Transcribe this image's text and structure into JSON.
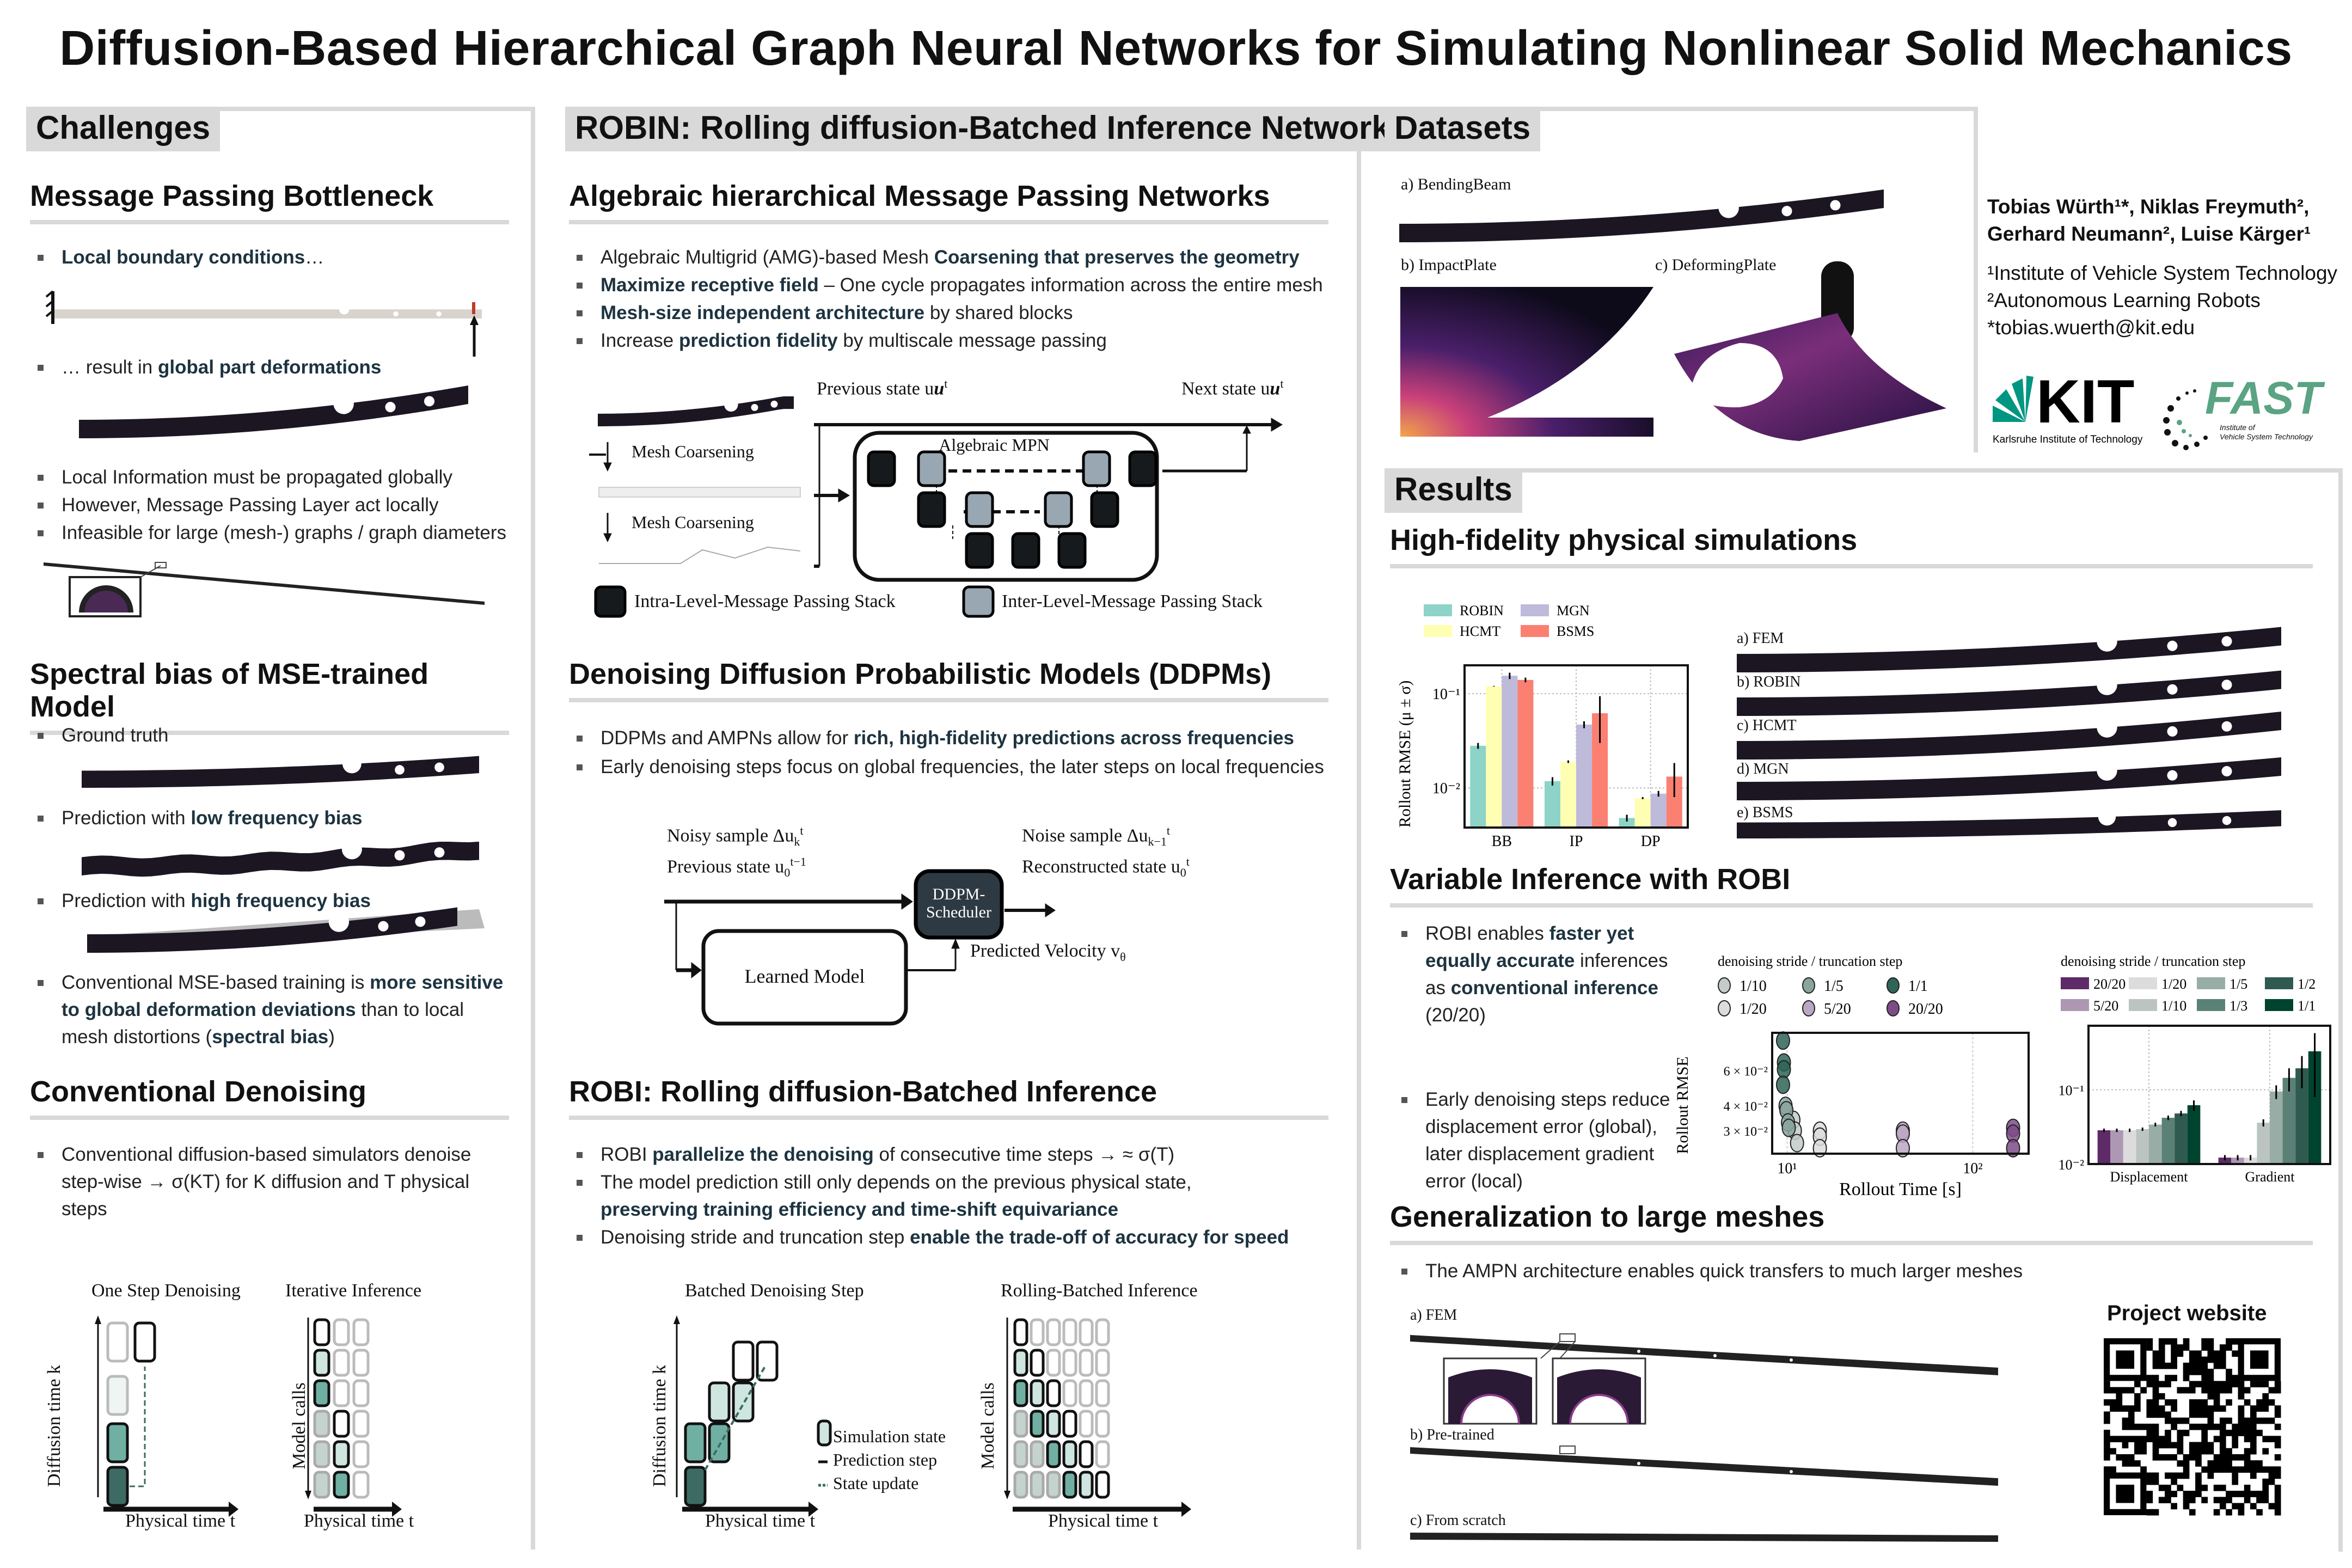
{
  "title": "Diffusion-Based Hierarchical Graph Neural Networks for Simulating Nonlinear Solid Mechanics",
  "challenges": {
    "header": "Challenges",
    "mpb": {
      "heading": "Message Passing Bottleneck",
      "bullets": [
        [
          {
            "t": "Local boundary conditions",
            "b": true
          },
          {
            "t": "…"
          }
        ],
        [
          {
            "t": "… result in "
          },
          {
            "t": "global part deformations",
            "b": true
          }
        ],
        [
          {
            "t": "Local Information must be propagated globally"
          }
        ],
        [
          {
            "t": "However, Message Passing Layer act locally"
          }
        ],
        [
          {
            "t": "Infeasible for large (mesh-) graphs / graph diameters"
          }
        ]
      ]
    },
    "spectral": {
      "heading": "Spectral bias of MSE-trained Model",
      "bullets": [
        [
          {
            "t": "Ground truth"
          }
        ],
        [
          {
            "t": "Prediction with "
          },
          {
            "t": "low frequency bias",
            "b": true
          }
        ],
        [
          {
            "t": "Prediction with "
          },
          {
            "t": "high frequency bias",
            "b": true
          }
        ],
        [
          {
            "t": "Conventional MSE-based training is "
          },
          {
            "t": "more sensitive to global deformation deviations",
            "b": true
          },
          {
            "t": " than to local mesh distortions ("
          },
          {
            "t": "spectral bias",
            "b": true
          },
          {
            "t": ")"
          }
        ]
      ]
    },
    "denoising": {
      "heading": "Conventional Denoising",
      "bullets": [
        [
          {
            "t": "Conventional diffusion-based simulators denoise step-wise → σ(KT) for K diffusion and T physical steps"
          }
        ]
      ],
      "diagram": {
        "one_step": "One Step Denoising",
        "iterative": "Iterative Inference",
        "diffusion_axis": "Diffusion time k",
        "calls_axis": "Model calls",
        "time_axis": "Physical time t"
      }
    }
  },
  "robin": {
    "header": "ROBIN: Rolling diffusion-Batched Inference Network",
    "ahmpn": {
      "heading": "Algebraic hierarchical Message Passing Networks",
      "bullets": [
        [
          {
            "t": "Algebraic Multigrid (AMG)-based Mesh "
          },
          {
            "t": "Coarsening that preserves the geometry",
            "b": true
          }
        ],
        [
          {
            "t": "Maximize receptive field",
            "b": true
          },
          {
            "t": " – One cycle propagates information across the entire mesh"
          }
        ],
        [
          {
            "t": "Mesh-size independent architecture",
            "b": true
          },
          {
            "t": " by shared blocks"
          }
        ],
        [
          {
            "t": "Increase "
          },
          {
            "t": "prediction fidelity",
            "b": true
          },
          {
            "t": " by multiscale message passing"
          }
        ]
      ],
      "diagram": {
        "prev": "Previous state u",
        "next": "Next state u",
        "sup": "t",
        "coarsen1": "Mesh Coarsening",
        "coarsen2": "Mesh Coarsening",
        "mpn": "Algebraic MPN",
        "legend_intra": "Intra-Level-Message Passing Stack",
        "legend_inter": "Inter-Level-Message Passing Stack"
      }
    },
    "ddpm": {
      "heading": "Denoising Diffusion Probabilistic Models (DDPMs)",
      "bullets": [
        [
          {
            "t": "DDPMs and AMPNs allow for "
          },
          {
            "t": "rich, high-fidelity predictions across frequencies",
            "b": true
          }
        ],
        [
          {
            "t": "Early denoising steps focus on global frequencies, the later steps on local frequencies"
          }
        ]
      ],
      "diagram": {
        "noisy": "Noisy sample Δu",
        "noisy_sub": "k",
        "noisy_sup": "t",
        "prev": "Previous state u",
        "prev_sub": "0",
        "prev_sup": "t−1",
        "noise": "Noise sample Δu",
        "noise_sub": "k−1",
        "noise_sup": "t",
        "recon": "Reconstructed state u",
        "recon_sub": "0",
        "recon_sup": "t",
        "scheduler": "DDPM-Scheduler",
        "model": "Learned Model",
        "velocity": "Predicted Velocity v",
        "velocity_sub": "θ"
      }
    },
    "robi": {
      "heading": "ROBI: Rolling diffusion-Batched Inference",
      "bullets": [
        [
          {
            "t": "ROBI "
          },
          {
            "t": "parallelize the denoising",
            "b": true
          },
          {
            "t": " of consecutive time steps → ≈ σ(T)"
          }
        ],
        [
          {
            "t": "The model prediction still only depends on the previous physical state, "
          },
          {
            "t": "preserving training efficiency and time-shift equivariance",
            "b": true
          }
        ],
        [
          {
            "t": "Denoising stride and truncation step "
          },
          {
            "t": "enable the trade-off of accuracy for speed",
            "b": true
          }
        ]
      ],
      "diagram": {
        "batched": "Batched Denoising Step",
        "rolling": "Rolling-Batched Inference",
        "diffusion_axis": "Diffusion time k",
        "calls_axis": "Model calls",
        "time_axis": "Physical time t",
        "legend_state": "Simulation state",
        "legend_pred": "Prediction step",
        "legend_update": "State update"
      }
    }
  },
  "datasets": {
    "header": "Datasets",
    "a": "a) BendingBeam",
    "b": "b) ImpactPlate",
    "c": "c) DeformingPlate"
  },
  "authors": {
    "line1": "Tobias Würth¹*, Niklas Freymuth²,",
    "line2": "Gerhard Neumann², Luise Kärger¹",
    "aff1": "¹Institute of Vehicle System Technology",
    "aff2": "²Autonomous Learning Robots",
    "email": "*tobias.wuerth@kit.edu",
    "kit_logo": "KIT",
    "kit_sub": "Karlsruhe Institute of Technology",
    "fast_logo": "FAST",
    "fast_sub1": "Institute of",
    "fast_sub2": "Vehicle System Technology"
  },
  "results": {
    "header": "Results",
    "hifi": {
      "heading": "High-fidelity physical simulations",
      "rows": [
        "a) FEM",
        "b) ROBIN",
        "c) HCMT",
        "d) MGN",
        "e) BSMS"
      ]
    },
    "variable": {
      "heading": "Variable Inference with ROBI",
      "bullets": [
        [
          {
            "t": "ROBI enables "
          },
          {
            "t": "faster yet equally accurate",
            "b": true
          },
          {
            "t": " inferences as "
          },
          {
            "t": "conventional inference",
            "b": true
          },
          {
            "t": " (20/20)"
          }
        ],
        [
          {
            "t": "Early denoising steps reduce displacement error (global), later displacement gradient error (local)"
          }
        ]
      ]
    },
    "general": {
      "heading": "Generalization to large meshes",
      "bullets": [
        [
          {
            "t": "The AMPN architecture enables quick transfers to much larger meshes"
          }
        ]
      ],
      "rows": [
        "a) FEM",
        "b) Pre-trained",
        "c) From scratch"
      ],
      "website": "Project website"
    }
  },
  "colors": {
    "teal": "#8dd3c7",
    "yellow": "#ffffb3",
    "lavender": "#bebada",
    "salmon": "#fb8072",
    "dark_green": "#00432f",
    "purple": "#5e2a68",
    "kit_green": "#009682",
    "fast_green": "#5aa383"
  },
  "chart_data": [
    {
      "type": "bar",
      "title": "",
      "ylabel": "Rollout RMSE (μ ± σ)",
      "xlabel": "",
      "yscale": "log",
      "ylim": [
        0.0038,
        0.2
      ],
      "yticks": [
        {
          "v": 0.1,
          "label": "10⁻¹"
        },
        {
          "v": 0.01,
          "label": "10⁻²"
        }
      ],
      "categories": [
        "BB",
        "IP",
        "DP"
      ],
      "legend": "top",
      "series": [
        {
          "name": "ROBIN",
          "color": "#8dd3c7",
          "values": [
            0.028,
            0.0118,
            0.0048
          ],
          "err": [
            0.002,
            0.0012,
            0.0004
          ]
        },
        {
          "name": "HCMT",
          "color": "#ffffb3",
          "values": [
            0.12,
            0.019,
            0.0078
          ],
          "err": [
            0.001,
            0.0006,
            0.0002
          ]
        },
        {
          "name": "MGN",
          "color": "#bebada",
          "values": [
            0.155,
            0.047,
            0.0087
          ],
          "err": [
            0.012,
            0.004,
            0.0006
          ]
        },
        {
          "name": "BSMS",
          "color": "#fb8072",
          "values": [
            0.14,
            0.062,
            0.0132
          ],
          "err": [
            0.008,
            0.032,
            0.0052
          ]
        }
      ]
    },
    {
      "type": "scatter",
      "title": "",
      "xlabel": "Rollout Time [s]",
      "ylabel": "Rollout RMSE",
      "xscale": "log",
      "yscale": "log",
      "xlim": [
        8.3,
        200
      ],
      "ylim": [
        0.023,
        0.093
      ],
      "xticks": [
        {
          "v": 10,
          "label": "10¹"
        },
        {
          "v": 100,
          "label": "10²"
        }
      ],
      "yticks": [
        {
          "v": 0.06,
          "label": "6 × 10⁻²"
        },
        {
          "v": 0.04,
          "label": "4 × 10⁻²"
        },
        {
          "v": 0.03,
          "label": "3 × 10⁻²"
        }
      ],
      "legend_title": "denoising stride / truncation step",
      "series": [
        {
          "name": "1/10",
          "color": "#c3ccc9",
          "points": [
            [
              10.8,
              0.034
            ],
            [
              11,
              0.03
            ],
            [
              11.3,
              0.026
            ]
          ]
        },
        {
          "name": "1/5",
          "color": "#8aa59e",
          "points": [
            [
              9.8,
              0.04
            ],
            [
              9.9,
              0.038
            ],
            [
              10.1,
              0.033
            ],
            [
              10.2,
              0.031
            ]
          ]
        },
        {
          "name": "1/1",
          "color": "#2f6456",
          "points": [
            [
              9.5,
              0.085
            ],
            [
              9.6,
              0.066
            ],
            [
              9.6,
              0.061
            ],
            [
              9.5,
              0.051
            ]
          ]
        },
        {
          "name": "1/20",
          "color": "#dcdcdc",
          "points": [
            [
              15,
              0.03
            ],
            [
              15,
              0.028
            ],
            [
              15,
              0.0245
            ]
          ]
        },
        {
          "name": "5/20",
          "color": "#bba7c4",
          "points": [
            [
              42,
              0.03
            ],
            [
              42,
              0.029
            ],
            [
              42,
              0.0245
            ]
          ]
        },
        {
          "name": "20/20",
          "color": "#7d4c88",
          "points": [
            [
              165,
              0.031
            ],
            [
              165,
              0.029
            ],
            [
              165,
              0.0245
            ]
          ]
        }
      ]
    },
    {
      "type": "bar",
      "title": "",
      "yscale": "log",
      "ylim": [
        0.01,
        0.73
      ],
      "yticks": [
        {
          "v": 0.1,
          "label": "10⁻¹"
        },
        {
          "v": 0.01,
          "label": "10⁻²"
        }
      ],
      "categories": [
        "Displacement",
        "Gradient"
      ],
      "legend_title": "denoising stride / truncation step",
      "series": [
        {
          "name": "20/20",
          "color": "#5e2a68",
          "values": [
            0.0285,
            0.0122
          ],
          "err": [
            0.0015,
            0.001
          ]
        },
        {
          "name": "5/20",
          "color": "#ad97b3",
          "values": [
            0.0285,
            0.0122
          ],
          "err": [
            0.0015,
            0.001
          ]
        },
        {
          "name": "1/20",
          "color": "#dcdcdc",
          "values": [
            0.0285,
            0.0122
          ],
          "err": [
            0.0015,
            0.001
          ]
        },
        {
          "name": "1/10",
          "color": "#bbc4c1",
          "values": [
            0.0295,
            0.036
          ],
          "err": [
            0.0015,
            0.004
          ]
        },
        {
          "name": "1/5",
          "color": "#98ada6",
          "values": [
            0.034,
            0.095
          ],
          "err": [
            0.002,
            0.02
          ]
        },
        {
          "name": "1/3",
          "color": "#5b8177",
          "values": [
            0.042,
            0.145
          ],
          "err": [
            0.003,
            0.05
          ]
        },
        {
          "name": "1/2",
          "color": "#2f5a4f",
          "values": [
            0.048,
            0.195
          ],
          "err": [
            0.004,
            0.09
          ]
        },
        {
          "name": "1/1",
          "color": "#00432f",
          "values": [
            0.062,
            0.33
          ],
          "err": [
            0.01,
            0.25
          ]
        }
      ]
    }
  ]
}
